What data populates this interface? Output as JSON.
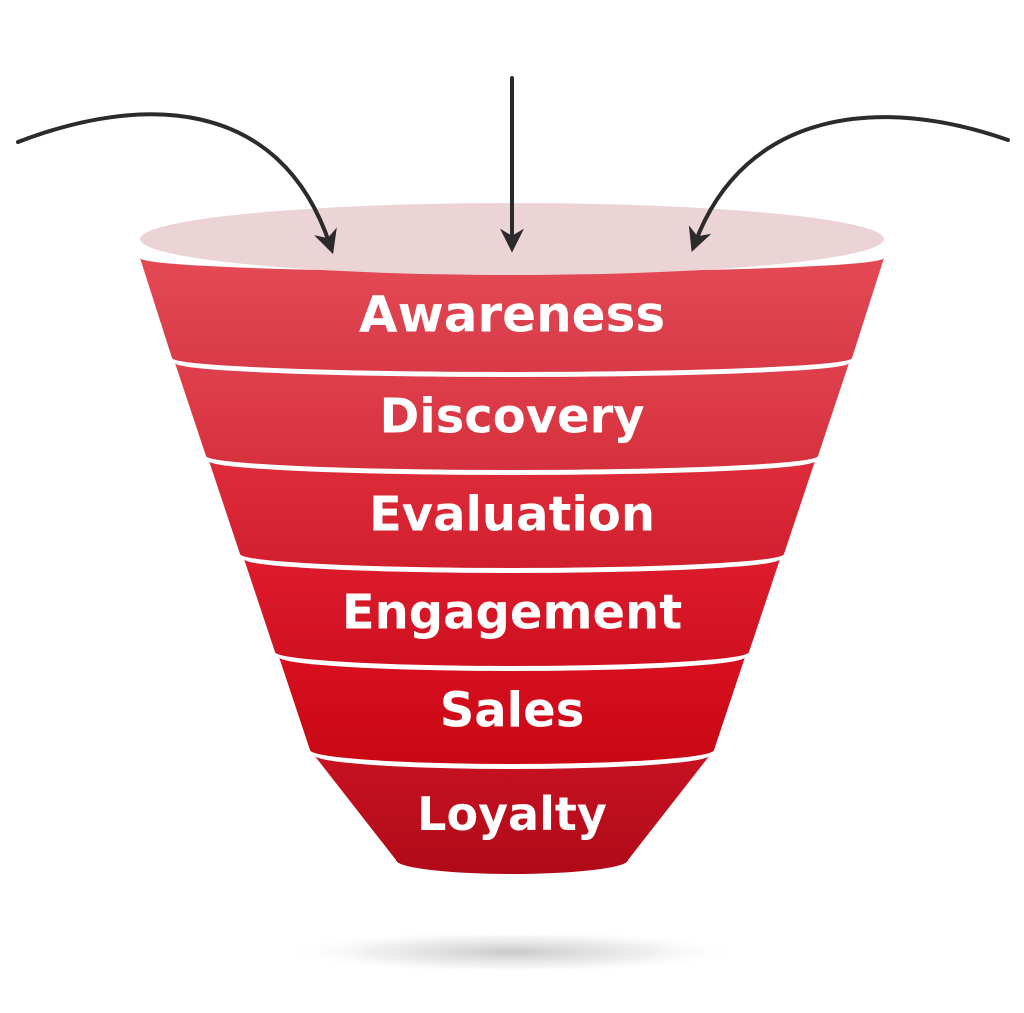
{
  "diagram": {
    "type": "funnel",
    "stages": [
      {
        "label": "Awareness",
        "color_top": "#e44a55",
        "color_bottom": "#d83a47"
      },
      {
        "label": "Discovery",
        "color_top": "#e0404d",
        "color_bottom": "#d5303d"
      },
      {
        "label": "Evaluation",
        "color_top": "#de2c3a",
        "color_bottom": "#d21f2e"
      },
      {
        "label": "Engagement",
        "color_top": "#dc1c2c",
        "color_bottom": "#cf1020"
      },
      {
        "label": "Sales",
        "color_top": "#d90f1f",
        "color_bottom": "#c80814"
      },
      {
        "label": "Loyalty",
        "color_top": "#c81222",
        "color_bottom": "#b00a18"
      }
    ],
    "rim_color": "#ecd3d6",
    "arrow_color": "#2b2b2b",
    "separator_color": "#ffffff",
    "inflow_arrows": [
      {
        "name": "inflow-arrow-left-icon"
      },
      {
        "name": "inflow-arrow-center-icon"
      },
      {
        "name": "inflow-arrow-right-icon"
      }
    ]
  }
}
